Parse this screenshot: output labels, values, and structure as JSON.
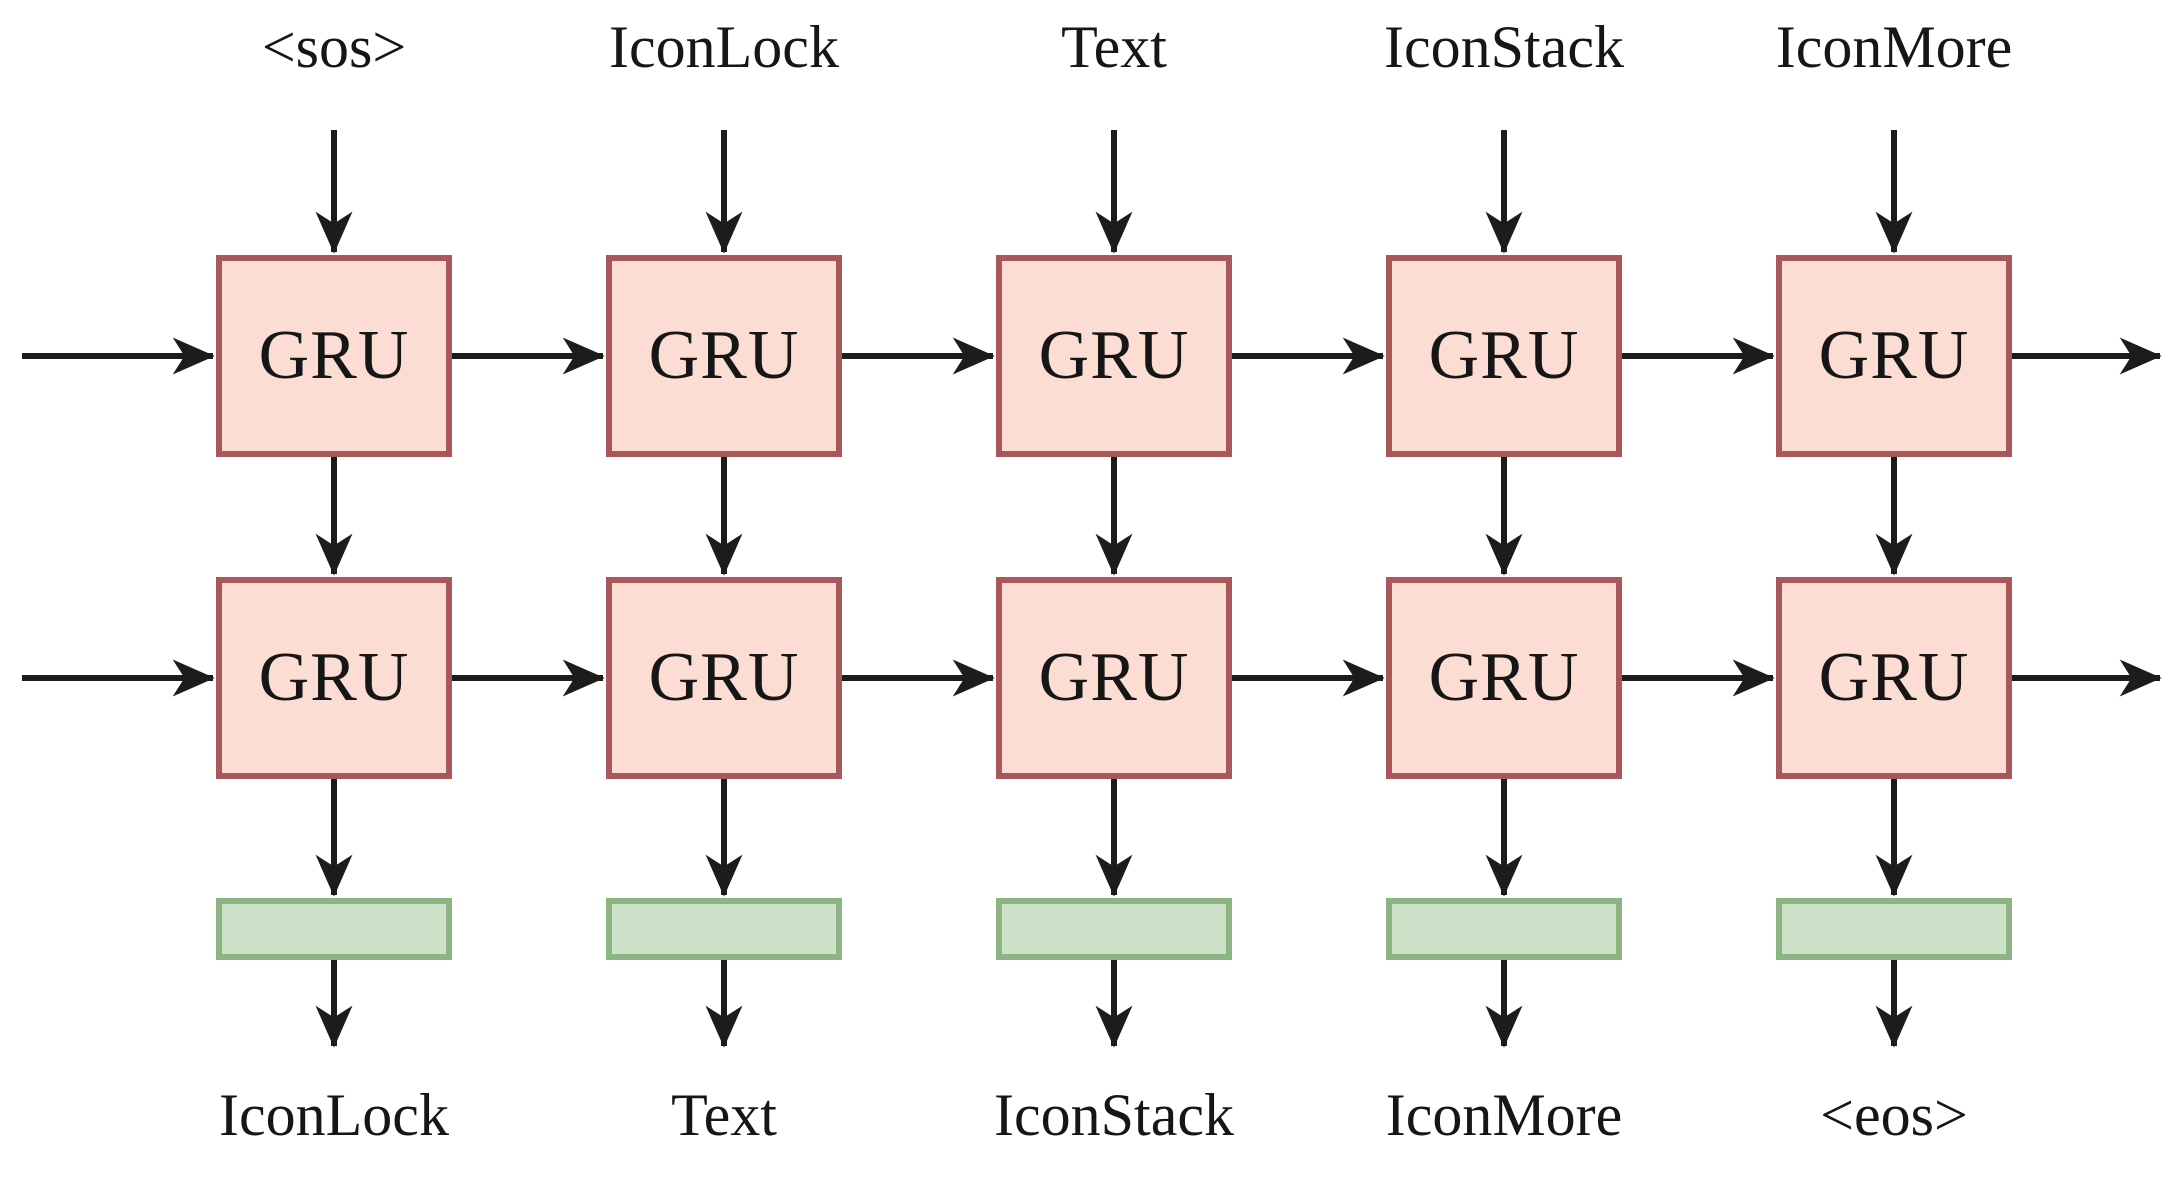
{
  "colors": {
    "gru-fill": "#fbddd3",
    "gru-border": "#a9575b",
    "softmax-fill": "#cde0c8",
    "softmax-border": "#8db483",
    "arrow-color": "#1c1c1a",
    "text-color": "#161616",
    "background": "#ffffff"
  },
  "diagram": {
    "cell_label": "GRU",
    "columns": [
      {
        "input_token": "<sos>",
        "output_token": "IconLock"
      },
      {
        "input_token": "IconLock",
        "output_token": "Text"
      },
      {
        "input_token": "Text",
        "output_token": "IconStack"
      },
      {
        "input_token": "IconStack",
        "output_token": "IconMore"
      },
      {
        "input_token": "IconMore",
        "output_token": "<eos>"
      }
    ]
  }
}
